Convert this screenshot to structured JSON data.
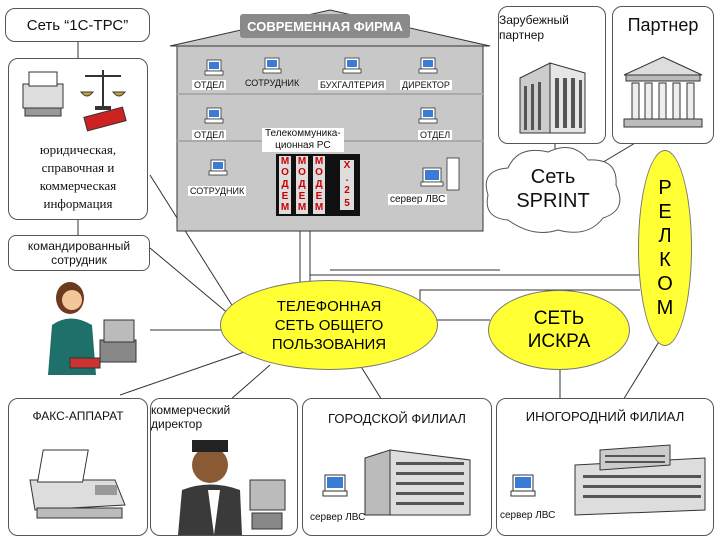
{
  "network": {
    "title": "Сеть “1С-ТРС”"
  },
  "company": {
    "title": "СОВРЕМЕННАЯ ФИРМА",
    "depts": {
      "otdel_1": "ОТДЕЛ",
      "sotrudnik_1": "СОТРУДНИК",
      "buhgalteria": "БУХГАЛТЕРИЯ",
      "direktor": "ДИРЕКТОР",
      "otdel_2": "ОТДЕЛ",
      "otdel_3": "ОТДЕЛ",
      "sotrudnik_2": "СОТРУДНИК",
      "server": "сервер ЛВС"
    },
    "telecom_line1": "Телекоммуника-",
    "telecom_line2": "ционная РС",
    "modem_letters": [
      "М",
      "О",
      "Д",
      "Е",
      "М"
    ],
    "x25_letters": [
      "X",
      ".",
      "2",
      "5"
    ]
  },
  "foreign_partner": {
    "line1": "Зарубежный",
    "line2": "партнер"
  },
  "partner": {
    "label": "Партнер"
  },
  "legal_info": {
    "line1": "юридическая,",
    "line2": "справочная и",
    "line3": "коммерческая",
    "line4": "информация"
  },
  "traveling_employee": {
    "line1": "командированный",
    "line2": "сотрудник"
  },
  "phone_network": {
    "line1": "ТЕЛЕФОННАЯ",
    "line2": "СЕТЬ ОБЩЕГО",
    "line3": "ПОЛЬЗОВАНИЯ"
  },
  "sprint": {
    "line1": "Сеть",
    "line2": "SPRINT"
  },
  "iskra": {
    "line1": "СЕТЬ",
    "line2": "ИСКРА"
  },
  "relcom": {
    "letters": [
      "Р",
      "Е",
      "Л",
      "К",
      "О",
      "М"
    ]
  },
  "fax": {
    "label": "ФАКС-АППАРАТ"
  },
  "commercial_director": {
    "line1": "коммерческий",
    "line2": "директор"
  },
  "city_branch": {
    "label": "ГОРОДСКОЙ ФИЛИАЛ",
    "server": "сервер ЛВС"
  },
  "intercity_branch": {
    "label": "ИНОГОРОДНИЙ ФИЛИАЛ",
    "server": "сервер ЛВС"
  },
  "colors": {
    "phone_network_fill": "#ffff33",
    "iskra_fill": "#ffff33",
    "relcom_fill": "#ffff33",
    "building_fill": "#c8c8c8",
    "link_red": "#cc0000"
  }
}
